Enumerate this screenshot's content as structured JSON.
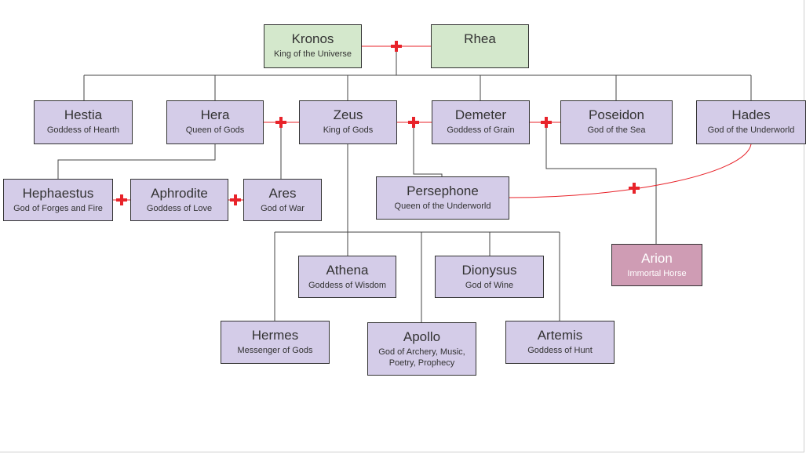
{
  "colors": {
    "deity": "#d4cce8",
    "titan": "#d4e8cc",
    "creature": "#cf9cb4",
    "connector": "#444444",
    "marriage": "#e8232a"
  },
  "nodes": {
    "kronos": {
      "name": "Kronos",
      "role": "King of the Universe"
    },
    "rhea": {
      "name": "Rhea",
      "role": ""
    },
    "hestia": {
      "name": "Hestia",
      "role": "Goddess of Hearth"
    },
    "hera": {
      "name": "Hera",
      "role": "Queen of Gods"
    },
    "zeus": {
      "name": "Zeus",
      "role": "King of Gods"
    },
    "demeter": {
      "name": "Demeter",
      "role": "Goddess of Grain"
    },
    "poseidon": {
      "name": "Poseidon",
      "role": "God of the Sea"
    },
    "hades": {
      "name": "Hades",
      "role": "God of the Underworld"
    },
    "hephaestus": {
      "name": "Hephaestus",
      "role": "God of Forges and Fire"
    },
    "aphrodite": {
      "name": "Aphrodite",
      "role": "Goddess of Love"
    },
    "ares": {
      "name": "Ares",
      "role": "God of War"
    },
    "persephone": {
      "name": "Persephone",
      "role": "Queen of the Underworld"
    },
    "arion": {
      "name": "Arion",
      "role": "Immortal Horse"
    },
    "athena": {
      "name": "Athena",
      "role": "Goddess of Wisdom"
    },
    "dionysus": {
      "name": "Dionysus",
      "role": "God of Wine"
    },
    "hermes": {
      "name": "Hermes",
      "role": "Messenger of Gods"
    },
    "apollo": {
      "name": "Apollo",
      "role": "God of Archery, Music, Poetry, Prophecy"
    },
    "artemis": {
      "name": "Artemis",
      "role": "Goddess of Hunt"
    }
  }
}
